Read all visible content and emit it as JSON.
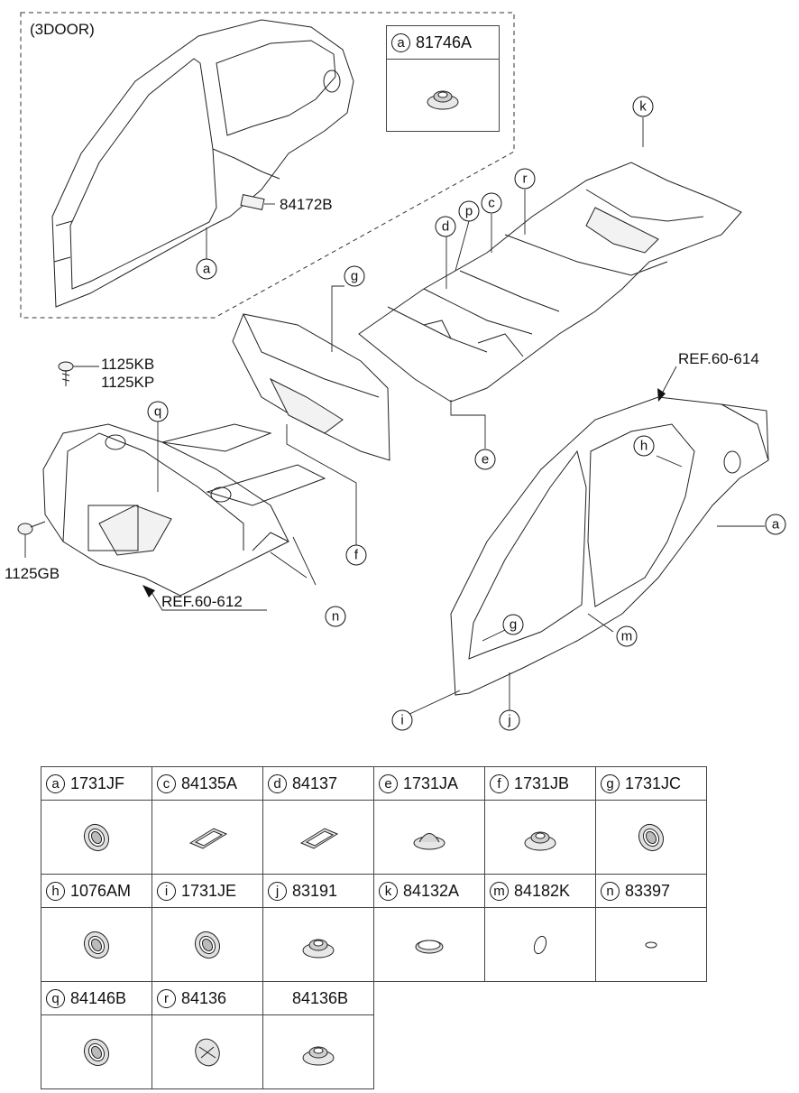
{
  "diagram": {
    "door_variant_label": "(3DOOR)",
    "callouts": {
      "a_top": "a",
      "a_right": "a",
      "k": "k",
      "r": "r",
      "c": "c",
      "p": "p",
      "d": "d",
      "g_top": "g",
      "g_bottom": "g",
      "q": "q",
      "e": "e",
      "f": "f",
      "n": "n",
      "h": "h",
      "m": "m",
      "i": "i",
      "j": "j"
    },
    "part_labels": {
      "p84172b": "84172B",
      "p1125kb": "1125KB",
      "p1125kp": "1125KP",
      "p1125gb": "1125GB",
      "ref_612": "REF.60-612",
      "ref_614": "REF.60-614"
    }
  },
  "inset_box": {
    "letter": "a",
    "part_no": "81746A"
  },
  "legend": {
    "rows": [
      [
        {
          "letter": "a",
          "part_no": "1731JF",
          "shape": "grommet-ring"
        },
        {
          "letter": "c",
          "part_no": "84135A",
          "shape": "rect-plug"
        },
        {
          "letter": "d",
          "part_no": "84137",
          "shape": "rect-plug"
        },
        {
          "letter": "e",
          "part_no": "1731JA",
          "shape": "dome-plug"
        },
        {
          "letter": "f",
          "part_no": "1731JB",
          "shape": "stepped-plug"
        },
        {
          "letter": "g",
          "part_no": "1731JC",
          "shape": "grommet-ring"
        }
      ],
      [
        {
          "letter": "h",
          "part_no": "1076AM",
          "shape": "grommet-ring"
        },
        {
          "letter": "i",
          "part_no": "1731JE",
          "shape": "grommet-ring"
        },
        {
          "letter": "j",
          "part_no": "83191",
          "shape": "stepped-plug"
        },
        {
          "letter": "k",
          "part_no": "84132A",
          "shape": "flat-plug"
        },
        {
          "letter": "m",
          "part_no": "84182K",
          "shape": "oval-thin"
        },
        {
          "letter": "n",
          "part_no": "83397",
          "shape": "small-oval"
        }
      ],
      [
        {
          "letter": "q",
          "part_no": "84146B",
          "shape": "grommet-ring"
        },
        {
          "letter": "r",
          "part_no": "84136",
          "shape": "flat-disc"
        },
        {
          "letter": "",
          "part_no": "84136B",
          "shape": "stepped-plug"
        }
      ]
    ]
  }
}
